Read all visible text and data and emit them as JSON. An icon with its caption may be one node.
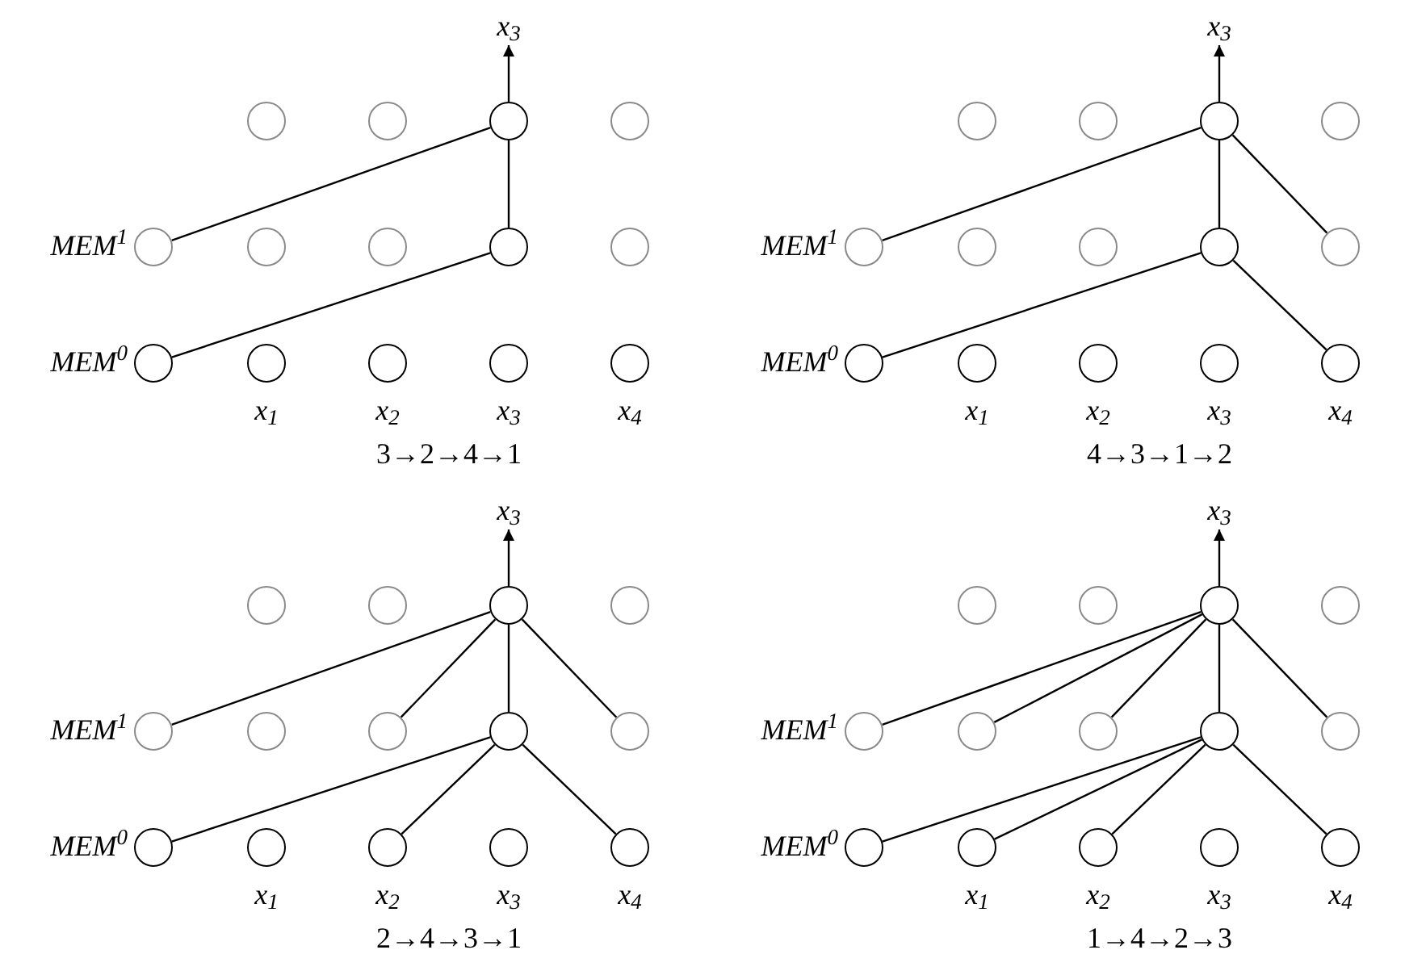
{
  "diagram": {
    "nodes": [
      {
        "text": [
          "x$_{3}$"
        ]
      },
      {
        "text": [],
        "shape": "circle"
      },
      {
        "text": [],
        "shape": "circle"
      },
      {
        "text": [],
        "shape": "circle"
      },
      {
        "text": [],
        "shape": "circle"
      },
      {
        "text": [],
        "shape": "circle",
        "beside": [
          "MEM$^{1}$"
        ]
      },
      {
        "text": [],
        "shape": "circle"
      },
      {
        "text": [],
        "shape": "circle"
      },
      {
        "text": [],
        "shape": "circle"
      },
      {
        "text": [],
        "shape": "circle"
      },
      {
        "text": [],
        "shape": "circle",
        "beside": [
          "MEM$^{0}$"
        ]
      },
      {
        "text": [],
        "shape": "circle",
        "beside": [
          "x$_{1}$"
        ]
      },
      {
        "text": [],
        "shape": "circle",
        "beside": [
          "x$_{2}$"
        ]
      },
      {
        "text": [],
        "shape": "circle",
        "beside": [
          "x$_{3}$"
        ]
      },
      {
        "text": [],
        "shape": "circle",
        "beside": [
          "x$_{4}$"
        ]
      },
      {
        "text": [
          "x$_{3}$"
        ]
      },
      {
        "text": [],
        "shape": "circle"
      },
      {
        "text": [],
        "shape": "circle"
      },
      {
        "text": [],
        "shape": "circle"
      },
      {
        "text": [],
        "shape": "circle"
      },
      {
        "text": [],
        "shape": "circle",
        "beside": [
          "MEM$^{1}$"
        ]
      },
      {
        "text": [],
        "shape": "circle"
      },
      {
        "text": [],
        "shape": "circle"
      },
      {
        "text": [],
        "shape": "circle"
      },
      {
        "text": [],
        "shape": "circle"
      },
      {
        "text": [],
        "shape": "circle",
        "beside": [
          "MEM$^{0}$"
        ]
      },
      {
        "text": [],
        "shape": "circle",
        "beside": [
          "x$_{1}$"
        ]
      },
      {
        "text": [],
        "shape": "circle",
        "beside": [
          "x$_{2}$"
        ]
      },
      {
        "text": [],
        "shape": "circle",
        "beside": [
          "x$_{3}$"
        ]
      },
      {
        "text": [],
        "shape": "circle",
        "beside": [
          "x$_{4}$"
        ]
      },
      {
        "text": [
          "x$_{3}$"
        ]
      },
      {
        "text": [],
        "shape": "circle"
      },
      {
        "text": [],
        "shape": "circle"
      },
      {
        "text": [],
        "shape": "circle"
      },
      {
        "text": [],
        "shape": "circle"
      },
      {
        "text": [],
        "shape": "circle",
        "beside": [
          "MEM$^{1}$"
        ]
      },
      {
        "text": [],
        "shape": "circle"
      },
      {
        "text": [],
        "shape": "circle"
      },
      {
        "text": [],
        "shape": "circle"
      },
      {
        "text": [],
        "shape": "circle"
      },
      {
        "text": [],
        "shape": "circle",
        "beside": [
          "MEM$^{0}$"
        ]
      },
      {
        "text": [],
        "shape": "circle",
        "beside": [
          "x$_{1}$"
        ]
      },
      {
        "text": [],
        "shape": "circle",
        "beside": [
          "x$_{2}$"
        ]
      },
      {
        "text": [],
        "shape": "circle",
        "beside": [
          "x$_{3}$"
        ]
      },
      {
        "text": [],
        "shape": "circle",
        "beside": [
          "x$_{4}$"
        ]
      },
      {
        "text": [
          "x$_{3}$"
        ]
      },
      {
        "text": [],
        "shape": "circle"
      },
      {
        "text": [],
        "shape": "circle"
      },
      {
        "text": [],
        "shape": "circle"
      },
      {
        "text": [],
        "shape": "circle"
      },
      {
        "text": [],
        "shape": "circle",
        "beside": [
          "MEM$^{1}$"
        ]
      },
      {
        "text": [],
        "shape": "circle"
      },
      {
        "text": [],
        "shape": "circle"
      },
      {
        "text": [],
        "shape": "circle"
      },
      {
        "text": [],
        "shape": "circle"
      },
      {
        "text": [],
        "shape": "circle",
        "beside": [
          "MEM$^{0}$"
        ]
      },
      {
        "text": [],
        "shape": "circle",
        "beside": [
          "x$_{1}$"
        ]
      },
      {
        "text": [],
        "shape": "circle",
        "beside": [
          "x$_{2}$"
        ]
      },
      {
        "text": [],
        "shape": "circle",
        "beside": [
          "x$_{3}$"
        ]
      },
      {
        "text": [],
        "shape": "circle",
        "beside": [
          "x$_{4}$"
        ]
      }
    ],
    "edges": [
      {
        "from": 3,
        "to": 0,
        "arrow": "to"
      },
      {
        "from": 5,
        "to": 3,
        "arrow": "none"
      },
      {
        "from": 8,
        "to": 3,
        "arrow": "none"
      },
      {
        "from": 10,
        "to": 8,
        "arrow": "none"
      },
      {
        "from": 18,
        "to": 15,
        "arrow": "to"
      },
      {
        "from": 20,
        "to": 18,
        "arrow": "none"
      },
      {
        "from": 23,
        "to": 18,
        "arrow": "none"
      },
      {
        "from": 24,
        "to": 18,
        "arrow": "none"
      },
      {
        "from": 25,
        "to": 23,
        "arrow": "none"
      },
      {
        "from": 29,
        "to": 23,
        "arrow": "none"
      },
      {
        "from": 33,
        "to": 30,
        "arrow": "to"
      },
      {
        "from": 35,
        "to": 33,
        "arrow": "none"
      },
      {
        "from": 37,
        "to": 33,
        "arrow": "none"
      },
      {
        "from": 38,
        "to": 33,
        "arrow": "none"
      },
      {
        "from": 39,
        "to": 33,
        "arrow": "none"
      },
      {
        "from": 40,
        "to": 38,
        "arrow": "none"
      },
      {
        "from": 42,
        "to": 38,
        "arrow": "none"
      },
      {
        "from": 44,
        "to": 38,
        "arrow": "none"
      },
      {
        "from": 48,
        "to": 45,
        "arrow": "to"
      },
      {
        "from": 50,
        "to": 48,
        "arrow": "none"
      },
      {
        "from": 51,
        "to": 48,
        "arrow": "none"
      },
      {
        "from": 52,
        "to": 48,
        "arrow": "none"
      },
      {
        "from": 53,
        "to": 48,
        "arrow": "none"
      },
      {
        "from": 54,
        "to": 48,
        "arrow": "none"
      },
      {
        "from": 55,
        "to": 53,
        "arrow": "none"
      },
      {
        "from": 56,
        "to": 53,
        "arrow": "none"
      },
      {
        "from": 57,
        "to": 53,
        "arrow": "none"
      },
      {
        "from": 59,
        "to": 53,
        "arrow": "none"
      }
    ],
    "labels": [
      "3→2→4→1",
      "4→3→1→2",
      "2→4→3→1",
      "1→4→2→3"
    ]
  }
}
